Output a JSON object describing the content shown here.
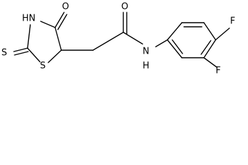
{
  "molecule": {
    "atoms": {
      "hn_ring": "HN",
      "o_ring": "O",
      "s_exo": "S",
      "s_ring": "S",
      "o_amide": "O",
      "nh_amide": "N",
      "h_amide": "H",
      "f_top": "F",
      "f_bottom": "F"
    }
  }
}
